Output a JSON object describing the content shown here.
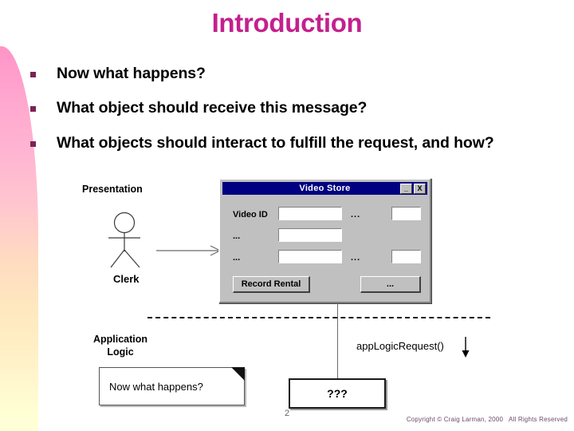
{
  "slide": {
    "title": "Introduction",
    "title_color": "#c3208e",
    "bullet_color": "#7c2255",
    "page_number": "2",
    "copyright": "Copyright © Craig Larman, 2000   All Rights Reserved"
  },
  "bullets": [
    {
      "text": "Now what happens?"
    },
    {
      "text": "What object should receive this message?"
    },
    {
      "text": "What objects should interact to fulfill the request, and how?"
    }
  ],
  "diagram": {
    "presentation_label": "Presentation",
    "application_logic_label": "Application\nLogic",
    "actor_name": "Clerk",
    "message_label": "appLogicRequest()",
    "unknown_box_label": "???",
    "note_text": "Now what happens?",
    "window": {
      "title": "Video Store",
      "minimize_label": "_",
      "close_label": "X",
      "fields": [
        {
          "label": "Video ID",
          "value": ""
        },
        {
          "label": "...",
          "value": ""
        },
        {
          "label": "...",
          "value": ""
        }
      ],
      "small_fields": [
        {
          "value": ""
        },
        {
          "value": ""
        }
      ],
      "ellipsis_markers": [
        "...",
        "..."
      ],
      "primary_button": "Record Rental",
      "secondary_button": "..."
    }
  }
}
